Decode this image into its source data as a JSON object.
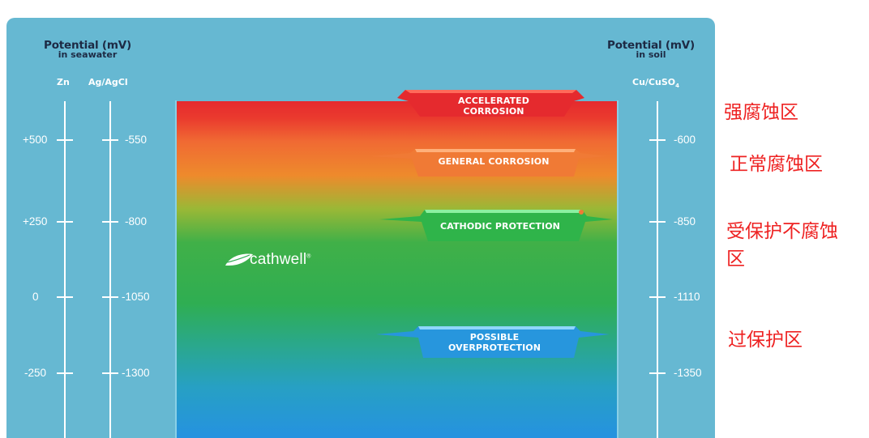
{
  "colors": {
    "panel": "#66b8d2",
    "axis": "#ffffff",
    "heading": "#1d2a44",
    "note": "#ee2222",
    "red": "#e52a2e",
    "orange": "#f07a35",
    "green": "#2fb44a",
    "blue": "#2796dd"
  },
  "left": {
    "title_line1": "Potential (mV)",
    "title_line2": "in seawater",
    "ref_zn": "Zn",
    "ref_ag": "Ag/AgCl",
    "zn_ticks": [
      "+500",
      "+250",
      "0",
      "-250"
    ],
    "ag_ticks": [
      "-550",
      "-800",
      "-1050",
      "-1300"
    ]
  },
  "right": {
    "title_line1": "Potential (mV)",
    "title_line2": "in soil",
    "ref_cu": "Cu/CuSO",
    "ref_cu_sub": "4",
    "ticks": [
      "-600",
      "-850",
      "-1110",
      "-1350"
    ]
  },
  "zones": [
    {
      "line1": "ACCELERATED",
      "line2": "CORROSION",
      "icon": "red-ribbon-banner"
    },
    {
      "line1": "GENERAL CORROSION",
      "line2": "",
      "icon": "orange-ribbon-banner"
    },
    {
      "line1": "CATHODIC PROTECTION",
      "line2": "",
      "icon": "green-ribbon-banner"
    },
    {
      "line1": "POSSIBLE",
      "line2": "OVERPROTECTION",
      "icon": "blue-ribbon-banner"
    }
  ],
  "logo": {
    "text": "cathwell",
    "mark": "®",
    "icon": "leaf-logo-icon"
  },
  "notes": {
    "n1": "强腐蚀区",
    "n2": "正常腐蚀区",
    "n3_line1": "受保护不腐蚀",
    "n3_line2": "区",
    "n4": "过保护区"
  }
}
